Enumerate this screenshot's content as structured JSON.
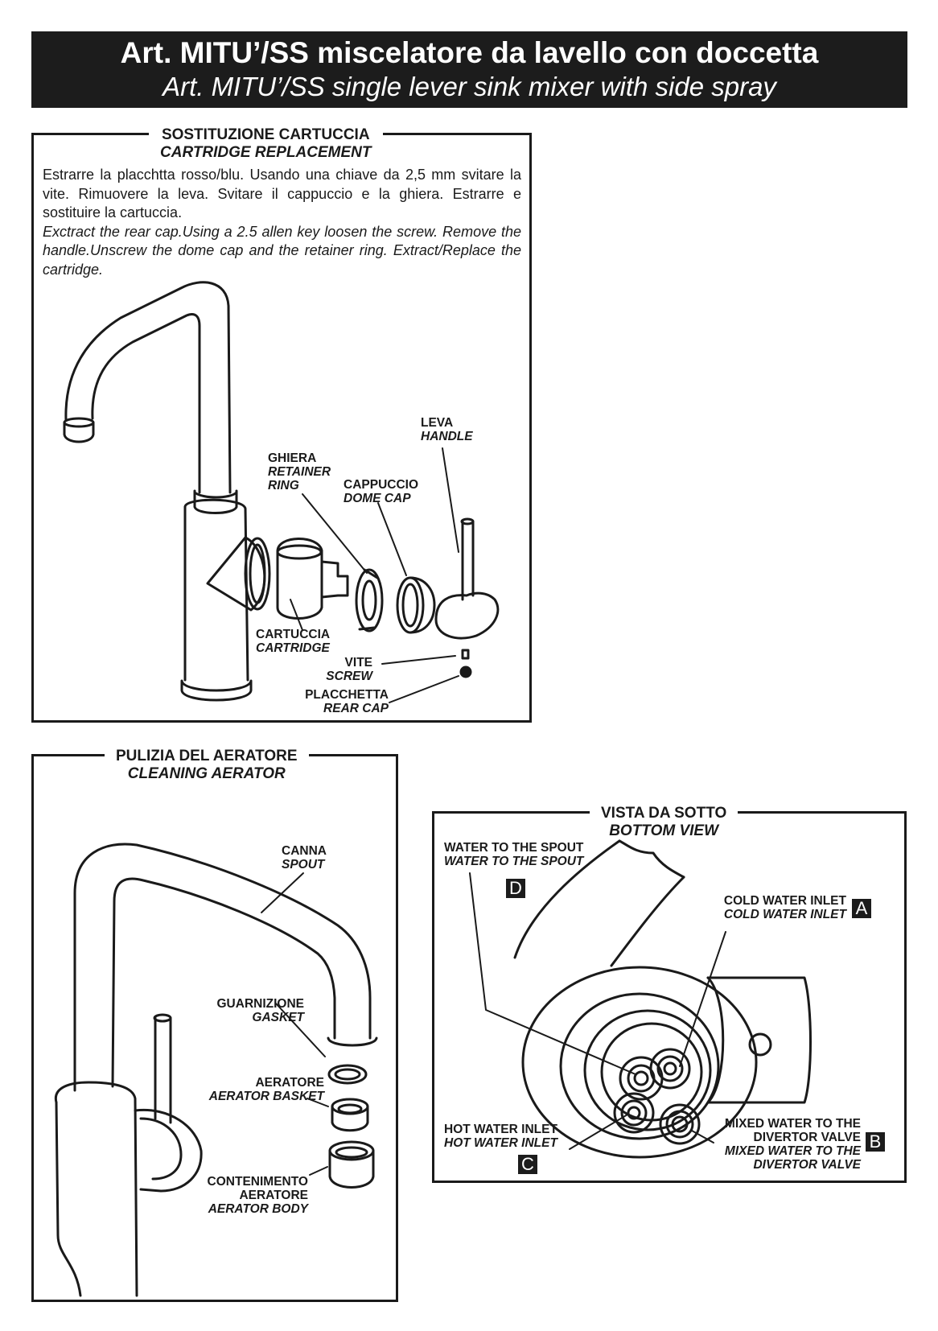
{
  "header": {
    "title_it": "Art. MITU’/SS miscelatore da lavello con doccetta",
    "title_en": "Art. MITU’/SS single lever sink mixer with side spray"
  },
  "cartridge": {
    "title_it": "SOSTITUZIONE CARTUCCIA",
    "title_en": "CARTRIDGE REPLACEMENT",
    "text_it": "Estrarre la placchtta rosso/blu. Usando una chiave da 2,5 mm svitare la vite. Rimuovere la leva. Svitare il cappuccio e la ghiera. Estrarre e sostituire la cartuccia.",
    "text_en": "Exctract the rear cap.Using a 2.5 allen key loosen the screw. Remove the handle.Unscrew the dome cap and the retainer ring. Extract/Replace the cartridge.",
    "labels": {
      "leva_it": "LEVA",
      "leva_en": "HANDLE",
      "ghiera_it": "GHIERA",
      "ghiera_en1": "RETAINER",
      "ghiera_en2": "RING",
      "cappuccio_it": "CAPPUCCIO",
      "cappuccio_en": "DOME CAP",
      "cartuccia_it": "CARTUCCIA",
      "cartuccia_en": "CARTRIDGE",
      "vite_it": "VITE",
      "vite_en": "SCREW",
      "placchetta_it": "PLACCHETTA",
      "placchetta_en": "REAR CAP"
    }
  },
  "aerator": {
    "title_it": "PULIZIA DEL AERATORE",
    "title_en": "CLEANING AERATOR",
    "labels": {
      "canna_it": "CANNA",
      "canna_en": "SPOUT",
      "guarnizione_it": "GUARNIZIONE",
      "guarnizione_en": "GASKET",
      "aeratore_it": "AERATORE",
      "aeratore_en": "AERATOR BASKET",
      "contenimento_it1": "CONTENIMENTO",
      "contenimento_it2": "AERATORE",
      "contenimento_en": "AERATOR BODY"
    }
  },
  "bottom": {
    "title_it": "VISTA DA SOTTO",
    "title_en": "BOTTOM VIEW",
    "labels": {
      "spout_it": "WATER TO THE SPOUT",
      "spout_en": "WATER TO THE SPOUT",
      "spout_letter": "D",
      "cold_it": "COLD WATER INLET",
      "cold_en": "COLD WATER INLET",
      "cold_letter": "A",
      "hot_it": "HOT WATER INLET",
      "hot_en": "HOT WATER INLET",
      "hot_letter": "C",
      "mixed_it1": "MIXED WATER TO THE",
      "mixed_it2": "DIVERTOR VALVE",
      "mixed_en1": "MIXED WATER TO THE",
      "mixed_en2": "DIVERTOR VALVE",
      "mixed_letter": "B"
    }
  }
}
